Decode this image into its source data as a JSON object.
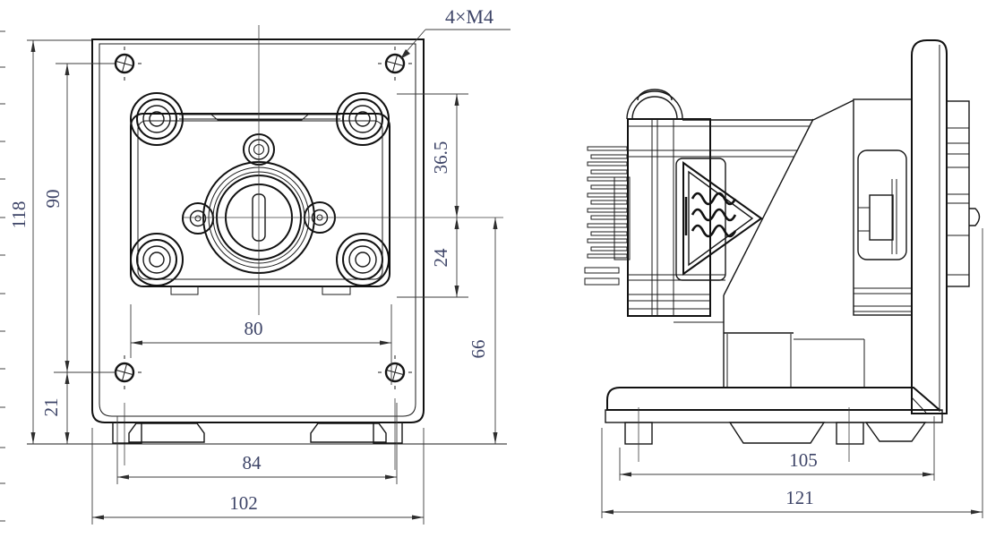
{
  "drawing": {
    "kind": "engineering-dimension-drawing",
    "colors": {
      "line": "#141414",
      "dim_line": "#3c3c3c",
      "dim_text": "#3d4467",
      "background": "#ffffff"
    },
    "front": {
      "thread_callout": "4×M4",
      "dims": {
        "overall_height": "118",
        "mount_hole_vertical_span": "90",
        "mount_hole_bottom_offset": "21",
        "head_top_to_center": "36.5",
        "center_to_head_bottom": "24",
        "center_to_base": "66",
        "head_mount_span": "80",
        "feet_span": "84",
        "overall_width": "102"
      }
    },
    "side": {
      "dims": {
        "feet_span": "105",
        "overall_length": "121"
      }
    }
  }
}
